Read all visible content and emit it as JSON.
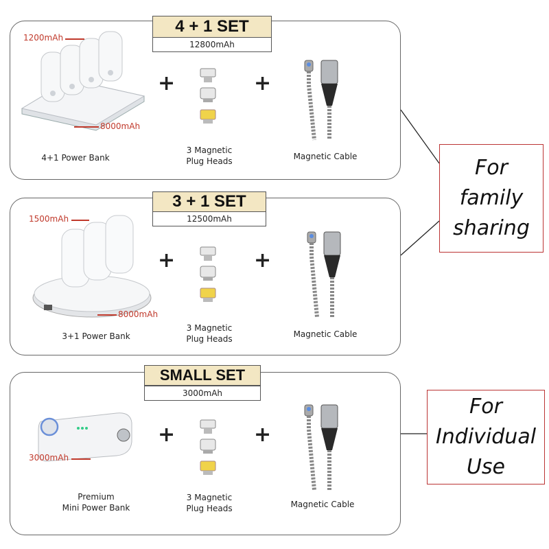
{
  "sets": [
    {
      "title": "4 + 1  SET",
      "capacity": "12800mAh",
      "small_label": "1200mAh",
      "base_label": "8000mAh",
      "bank_caption": "4+1 Power Bank",
      "plug_caption_1": "3 Magnetic",
      "plug_caption_2": "Plug Heads",
      "cable_caption": "Magnetic Cable"
    },
    {
      "title": "3 + 1  SET",
      "capacity": "12500mAh",
      "small_label": "1500mAh",
      "base_label": "8000mAh",
      "bank_caption": "3+1 Power Bank",
      "plug_caption_1": "3 Magnetic",
      "plug_caption_2": "Plug Heads",
      "cable_caption": "Magnetic Cable"
    },
    {
      "title": "SMALL SET",
      "capacity": "3000mAh",
      "small_label": "3000mAh",
      "bank_caption_1": "Premium",
      "bank_caption_2": "Mini Power Bank",
      "plug_caption_1": "3 Magnetic",
      "plug_caption_2": "Plug Heads",
      "cable_caption": "Magnetic Cable"
    }
  ],
  "plus_sign": "+",
  "callouts": {
    "family": [
      "For",
      "family",
      "sharing"
    ],
    "individual": [
      "For",
      "Individual",
      "Use"
    ]
  },
  "colors": {
    "label_red": "#c0392b",
    "title_bg": "#f3e7c3",
    "callout_border": "#bb3333"
  }
}
